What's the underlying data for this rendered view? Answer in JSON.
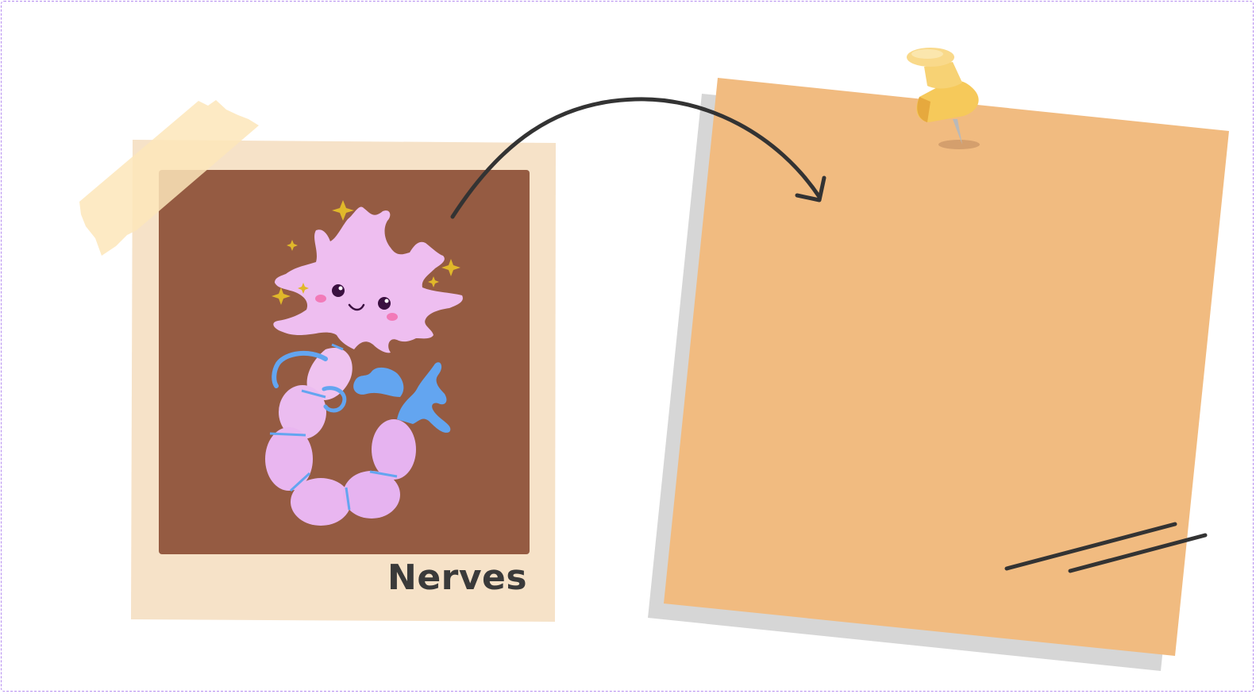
{
  "slide": {
    "polaroid": {
      "caption": "Nerves",
      "illustration": "neuron-character"
    },
    "arrow": {
      "direction": "left-to-right",
      "icon": "curved-arrow-icon"
    },
    "note": {
      "pin": "pushpin-icon"
    },
    "colors": {
      "frame_border": "#b58cf0",
      "polaroid_frame": "#f6e2c8",
      "photo_background": "#955b42",
      "tape": "#fde9c2",
      "note_paper": "#f1bb80",
      "note_shadow": "#d6d6d6",
      "ink": "#333333",
      "neuron_pink": "#eebef0",
      "neuron_blue": "#63a5f0",
      "sparkle": "#e0b82a",
      "pin_yellow": "#f6c95a"
    }
  }
}
